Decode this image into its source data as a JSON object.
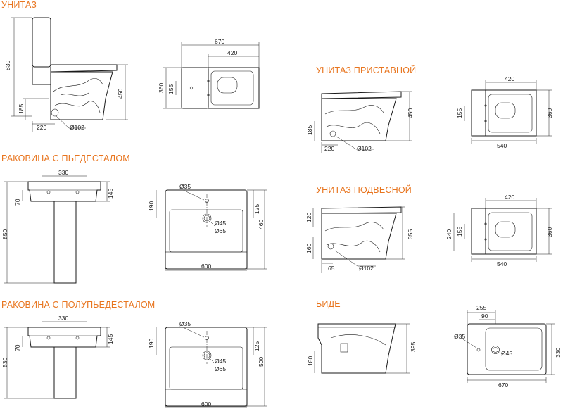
{
  "sections": {
    "toilet": "УНИТАЗ",
    "toilet_close_coupled": "УНИТАЗ ПРИСТАВНОЙ",
    "basin_pedestal": "РАКОВИНА С ПЬЕДЕСТАЛОМ",
    "toilet_wall_hung": "УНИТАЗ ПОДВЕСНОЙ",
    "basin_semi_pedestal": "РАКОВИНА С ПОЛУПЬЕДЕСТАЛОМ",
    "bidet": "БИДЕ"
  },
  "dims": {
    "toilet_side": {
      "height": "830",
      "bowl_height": "450",
      "outlet_height": "185",
      "outlet_dist": "220",
      "outlet_dia": "Ø102"
    },
    "toilet_top": {
      "length": "670",
      "seat": "420",
      "width": "360",
      "holes": "155"
    },
    "cc_side": {
      "height": "450",
      "outlet_height": "185",
      "outlet_dist": "220",
      "outlet_dia": "Ø102"
    },
    "cc_top": {
      "width_top": "420",
      "holes": "155",
      "width": "360",
      "length": "540"
    },
    "ped_side": {
      "width": "330",
      "basin_h": "145",
      "holes_h": "70",
      "height": "850"
    },
    "ped_top": {
      "tap_dia": "Ø35",
      "offset": "190",
      "hole_y": "125",
      "depth": "460",
      "waste1": "Ø45",
      "waste2": "Ø65",
      "width": "600"
    },
    "wh_side": {
      "top": "120",
      "height": "355",
      "outlet_height": "160",
      "outlet_dist": "65",
      "outlet_dia": "Ø102"
    },
    "wh_top": {
      "width_top": "420",
      "holes1": "240",
      "holes2": "155",
      "width": "360",
      "length": "540"
    },
    "semi_side": {
      "width": "330",
      "basin_h": "145",
      "holes_h": "70",
      "height": "530"
    },
    "semi_top": {
      "tap_dia": "Ø35",
      "offset": "190",
      "hole_y": "125",
      "depth": "500",
      "waste1": "Ø45",
      "waste2": "Ø65",
      "width": "600"
    },
    "bidet_side": {
      "height": "395",
      "outlet": "180"
    },
    "bidet_top": {
      "w1": "255",
      "w2": "90",
      "tap_dia": "Ø35",
      "waste": "Ø45",
      "width": "330",
      "length": "670"
    }
  }
}
